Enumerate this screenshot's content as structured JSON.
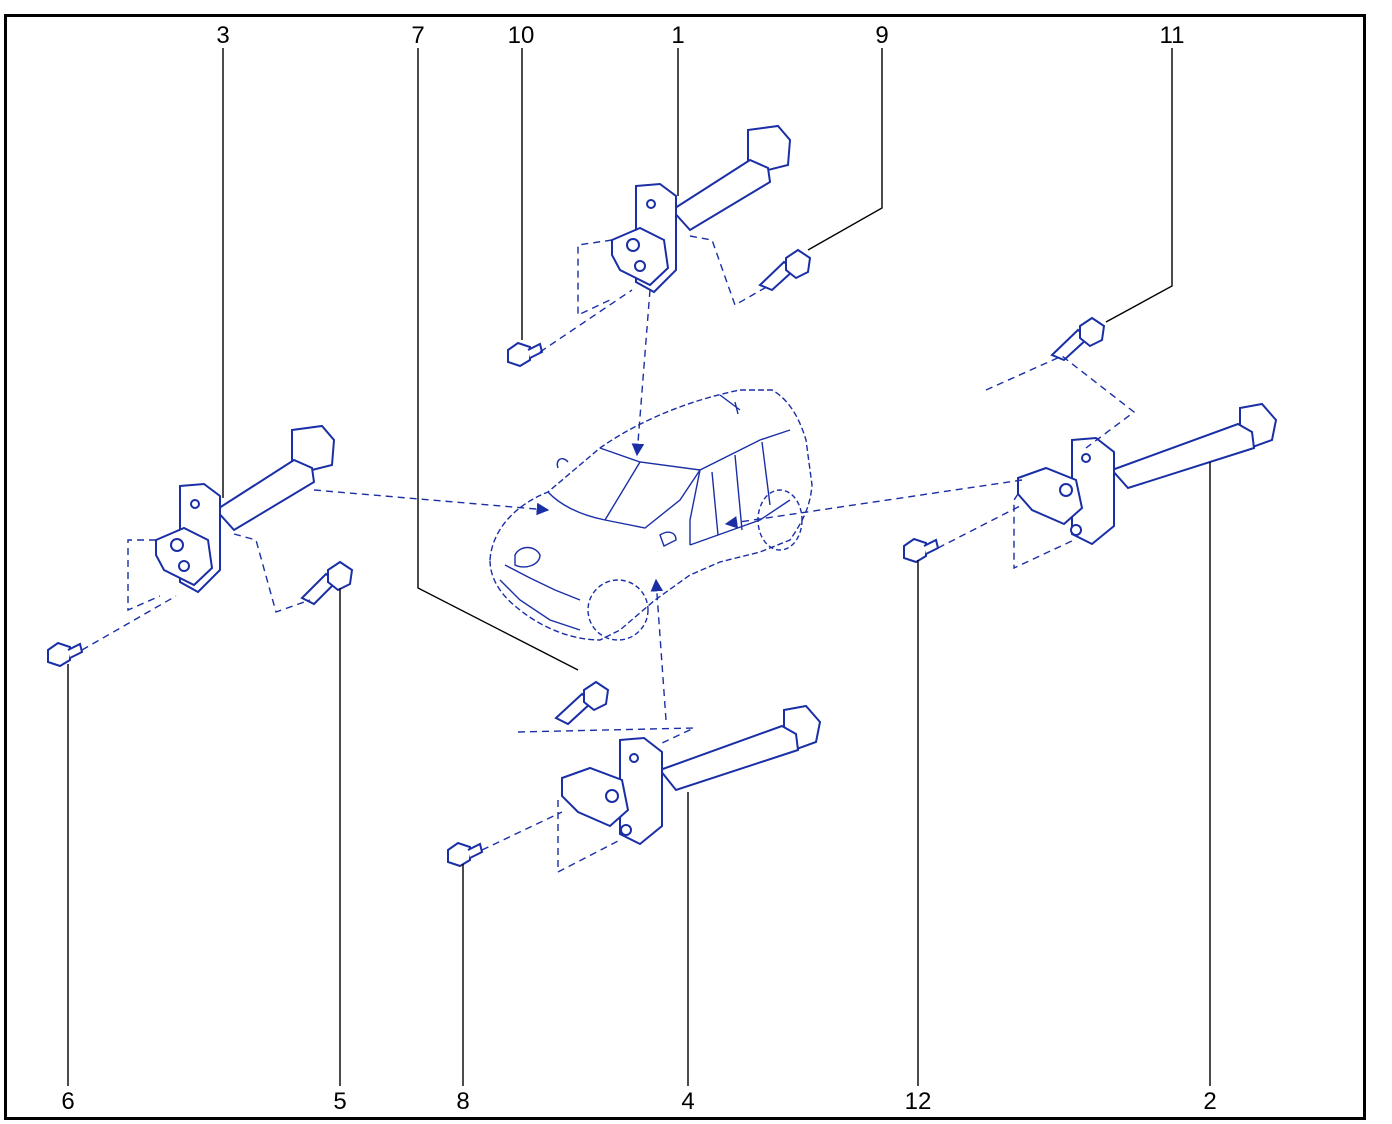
{
  "diagram": {
    "colors": {
      "ink": "#1a2fa6",
      "leader": "#000000",
      "frame": "#000000"
    },
    "callouts": {
      "c1": "1",
      "c2": "2",
      "c3": "3",
      "c4": "4",
      "c5": "5",
      "c6": "6",
      "c7": "7",
      "c8": "8",
      "c9": "9",
      "c10": "10",
      "c11": "11",
      "c12": "12"
    }
  }
}
